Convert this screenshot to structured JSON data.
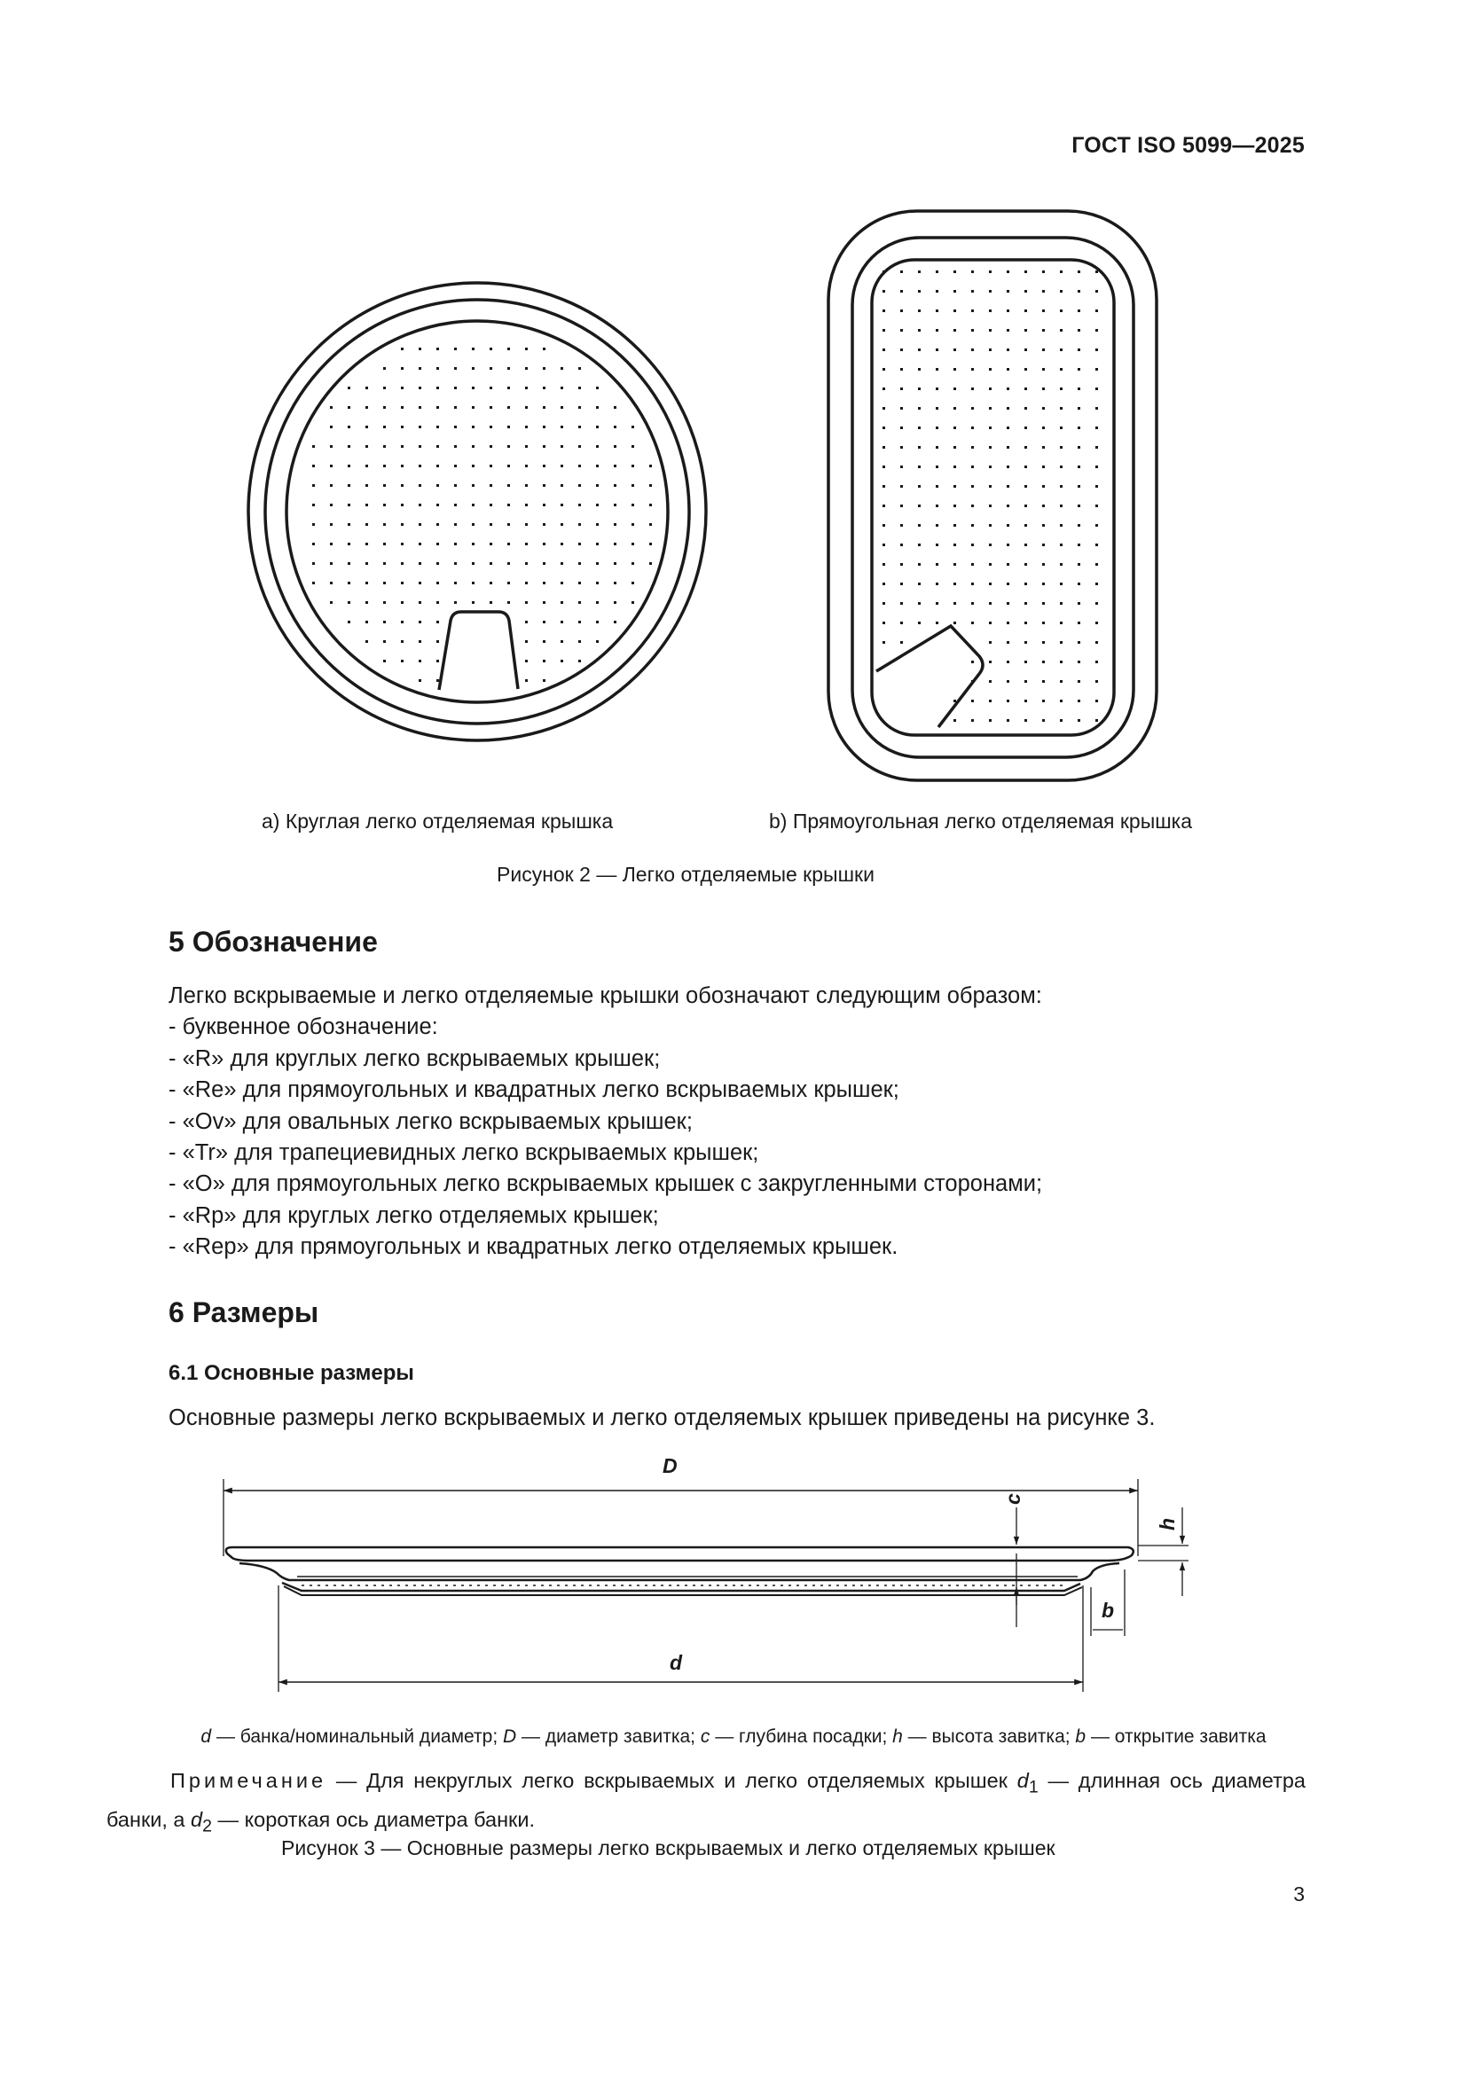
{
  "header": {
    "standard_id": "ГОСТ ISO 5099—2025"
  },
  "figure2": {
    "sub_a": "a)  Круглая легко отделяемая крышка",
    "sub_b": "b)  Прямоугольная легко отделяемая крышка",
    "caption": "Рисунок 2 — Легко отделяемые крышки"
  },
  "section5": {
    "heading": "5  Обозначение",
    "intro": "Легко вскрываемые и легко отделяемые крышки обозначают следующим образом:",
    "items": [
      "- буквенное обозначение:",
      "- «R» для круглых легко вскрываемых крышек;",
      "- «Re» для прямоугольных и квадратных легко вскрываемых крышек;",
      "- «Ov» для овальных легко вскрываемых крышек;",
      "- «Tr» для трапециевидных легко вскрываемых крышек;",
      "- «O» для прямоугольных легко вскрываемых крышек с закругленными сторонами;",
      "- «Rp» для круглых легко отделяемых крышек;",
      "- «Rep» для прямоугольных и квадратных легко отделяемых крышек."
    ]
  },
  "section6": {
    "heading": "6  Размеры",
    "sub_heading": "6.1  Основные размеры",
    "text": "Основные размеры легко вскрываемых и легко отделяемых крышек приведены на рисунке 3."
  },
  "figure3": {
    "labels": {
      "D": "D",
      "d": "d",
      "c": "c",
      "h": "h",
      "b": "b"
    },
    "legend": [
      {
        "sym": "d",
        "text": " — банка/номинальный диаметр; "
      },
      {
        "sym": "D",
        "text": " — диаметр завитка; "
      },
      {
        "sym": "c",
        "text": " — глубина посадки; "
      },
      {
        "sym": "h",
        "text": " — высота завитка; "
      },
      {
        "sym": "b",
        "text": " — открытие завитка"
      }
    ],
    "note": {
      "label": "Примечание",
      "part1": " — Для некруглых легко вскрываемых и легко отделяемых крышек ",
      "d1_base": "d",
      "d1_sub": "1",
      "part2": " — длинная ось диаметра банки, а ",
      "d2_base": "d",
      "d2_sub": "2",
      "part3": " — короткая ось диаметра банки."
    },
    "caption": "Рисунок 3 — Основные размеры легко вскрываемых и легко отделяемых крышек"
  },
  "page_number": "3"
}
